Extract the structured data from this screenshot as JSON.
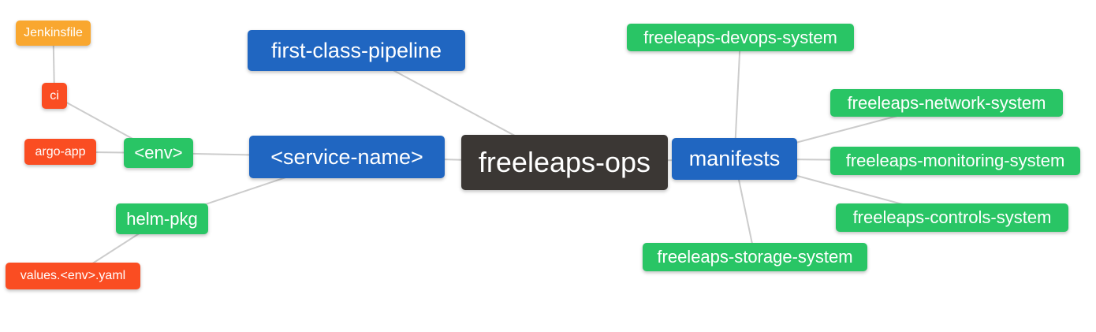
{
  "diagram": {
    "type": "mindmap",
    "title": "freeleaps-ops repository structure mind map",
    "background_color": "#ffffff",
    "edge_color": "#cccccc",
    "palette": {
      "blue": "#2066c1",
      "green": "#29c565",
      "red": "#fa4d22",
      "amber": "#f9a72f",
      "dark": "#3b3734"
    },
    "text_color": "#ffffff",
    "root": "freeleaps-ops",
    "nodes": [
      {
        "id": "freeleaps-ops",
        "label": "freeleaps-ops",
        "color": "dark"
      },
      {
        "id": "first-class-pipeline",
        "label": "first-class-pipeline",
        "color": "blue"
      },
      {
        "id": "service-name",
        "label": "<service-name>",
        "color": "blue"
      },
      {
        "id": "manifests",
        "label": "manifests",
        "color": "blue"
      },
      {
        "id": "env",
        "label": "<env>",
        "color": "green"
      },
      {
        "id": "helm-pkg",
        "label": "helm-pkg",
        "color": "green"
      },
      {
        "id": "ci",
        "label": "ci",
        "color": "red"
      },
      {
        "id": "argo-app",
        "label": "argo-app",
        "color": "red"
      },
      {
        "id": "jenkinsfile",
        "label": "Jenkinsfile",
        "color": "amber"
      },
      {
        "id": "values-env-yaml",
        "label": "values.<env>.yaml",
        "color": "red"
      },
      {
        "id": "freeleaps-devops-system",
        "label": "freeleaps-devops-system",
        "color": "green"
      },
      {
        "id": "freeleaps-network-system",
        "label": "freeleaps-network-system",
        "color": "green"
      },
      {
        "id": "freeleaps-monitoring-system",
        "label": "freeleaps-monitoring-system",
        "color": "green"
      },
      {
        "id": "freeleaps-controls-system",
        "label": "freeleaps-controls-system",
        "color": "green"
      },
      {
        "id": "freeleaps-storage-system",
        "label": "freeleaps-storage-system",
        "color": "green"
      }
    ],
    "edges": [
      [
        "jenkinsfile",
        "ci"
      ],
      [
        "ci",
        "env"
      ],
      [
        "argo-app",
        "env"
      ],
      [
        "env",
        "service-name"
      ],
      [
        "helm-pkg",
        "service-name"
      ],
      [
        "values-env-yaml",
        "helm-pkg"
      ],
      [
        "first-class-pipeline",
        "freeleaps-ops"
      ],
      [
        "service-name",
        "freeleaps-ops"
      ],
      [
        "freeleaps-ops",
        "manifests"
      ],
      [
        "manifests",
        "freeleaps-devops-system"
      ],
      [
        "manifests",
        "freeleaps-network-system"
      ],
      [
        "manifests",
        "freeleaps-monitoring-system"
      ],
      [
        "manifests",
        "freeleaps-controls-system"
      ],
      [
        "manifests",
        "freeleaps-storage-system"
      ]
    ]
  }
}
